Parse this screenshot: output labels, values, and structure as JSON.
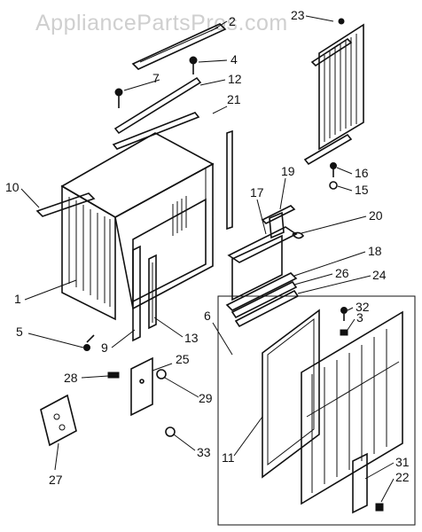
{
  "watermark": "AppliancePartsPros.com",
  "callouts": [
    "2",
    "23",
    "7",
    "4",
    "12",
    "21",
    "10",
    "17",
    "19",
    "16",
    "15",
    "20",
    "18",
    "26",
    "24",
    "1",
    "6",
    "32",
    "3",
    "5",
    "9",
    "13",
    "25",
    "29",
    "28",
    "11",
    "31",
    "22",
    "33",
    "27"
  ]
}
